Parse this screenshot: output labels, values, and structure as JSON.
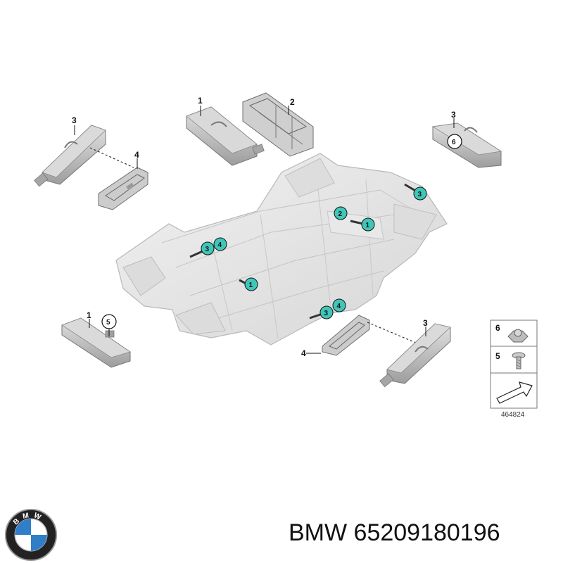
{
  "part_labels": {
    "p1_top": "1",
    "p2_top": "2",
    "p3_topleft": "3",
    "p4_left": "4",
    "p3_topright": "3",
    "p6_topright": "6",
    "p1_bottomleft": "1",
    "p5_bottomleft": "5",
    "p3_bottomright": "3",
    "p4_bottom": "4"
  },
  "callouts": [
    {
      "id": "c3a",
      "label": "3"
    },
    {
      "id": "c2",
      "label": "2"
    },
    {
      "id": "c1a",
      "label": "1"
    },
    {
      "id": "c3b",
      "label": "3"
    },
    {
      "id": "c4a",
      "label": "4"
    },
    {
      "id": "c1b",
      "label": "1"
    },
    {
      "id": "c3c",
      "label": "3"
    },
    {
      "id": "c4b",
      "label": "4"
    }
  ],
  "legend": {
    "item_nut": "6",
    "item_screw": "5",
    "ref_number": "464824"
  },
  "brand_caption": "BMW 65209180196",
  "logo_letters": "BMW",
  "colors": {
    "callout_fill": "#3fc6b9",
    "body_shell": "#e6e6e6",
    "part_gray": "#b9b9b9"
  }
}
